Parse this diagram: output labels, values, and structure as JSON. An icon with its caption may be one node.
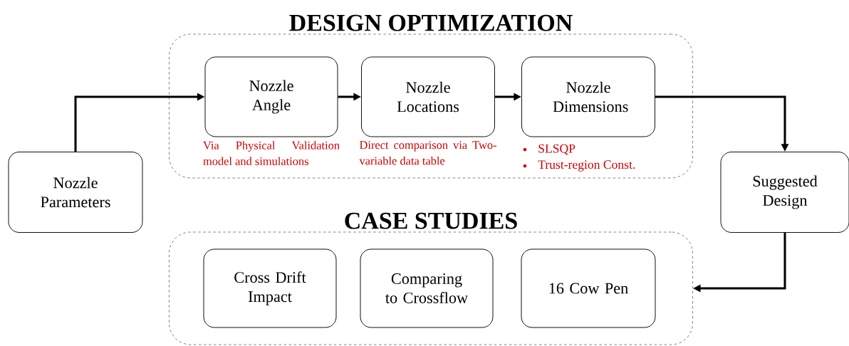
{
  "diagram": {
    "nodes": [
      {
        "text": [
          "Nozzle Parameters"
        ]
      },
      {
        "text": [
          "DESIGN OPTIMIZATION"
        ]
      },
      {
        "text": [
          "Nozzle Angle"
        ],
        "in": 1,
        "beside": [
          "Via Physical Validation model and simulations"
        ]
      },
      {
        "text": [
          "Nozzle Locations"
        ],
        "in": 1,
        "beside": [
          "Direct comparison via Two-variable data table"
        ]
      },
      {
        "text": [
          "Nozzle Dimensions"
        ],
        "in": 1,
        "beside": [
          "SLSQP",
          "Trust-region Const."
        ]
      },
      {
        "text": [
          "Suggested Design"
        ]
      },
      {
        "text": [
          "CASE STUDIES"
        ]
      },
      {
        "text": [
          "Cross Drift Impact"
        ],
        "in": 6
      },
      {
        "text": [
          "Comparing to Crossflow"
        ],
        "in": 6
      },
      {
        "text": [
          "16 Cow Pen"
        ],
        "in": 6
      }
    ],
    "edges": [
      {
        "from": 0,
        "to": 2,
        "arrow": "to"
      },
      {
        "from": 2,
        "to": 3,
        "arrow": "to"
      },
      {
        "from": 3,
        "to": 4,
        "arrow": "to"
      },
      {
        "from": 4,
        "to": 5,
        "arrow": "to"
      },
      {
        "from": 5,
        "to": 6,
        "arrow": "to"
      }
    ]
  }
}
